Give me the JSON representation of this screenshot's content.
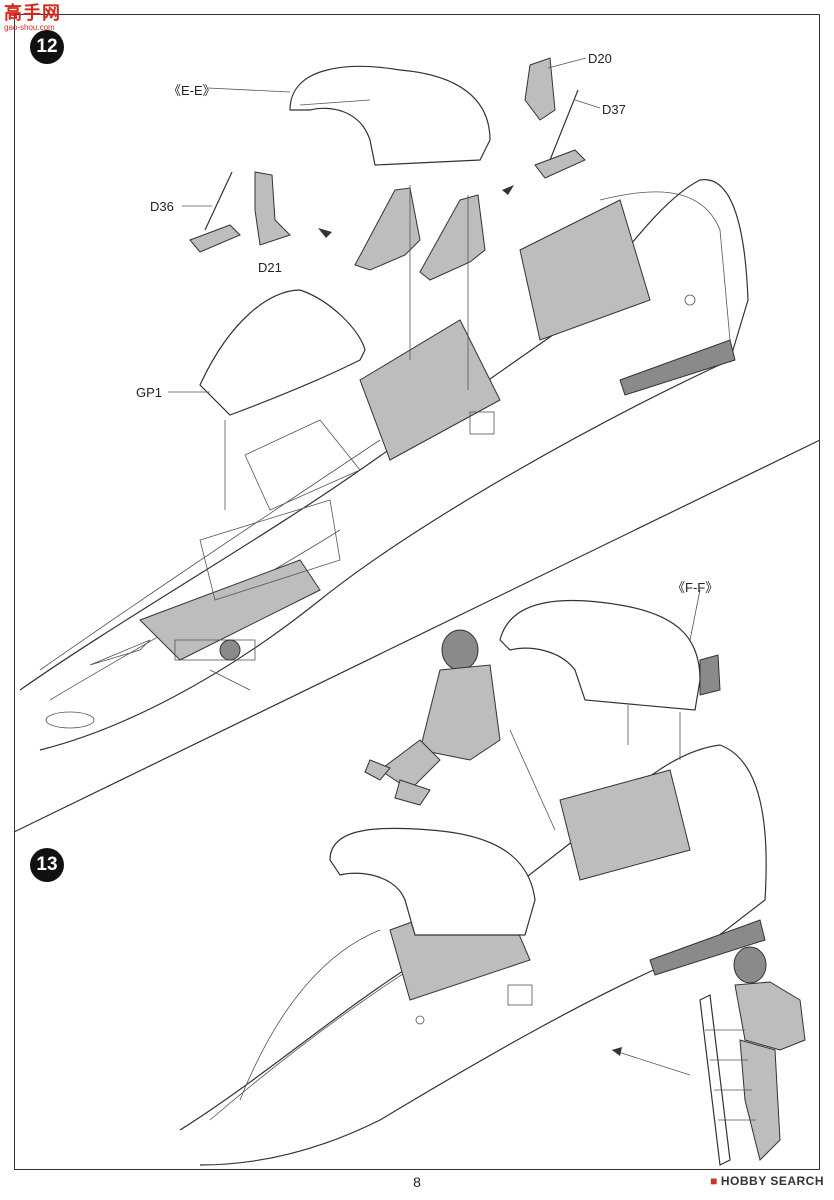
{
  "watermark": {
    "brand": "高手网",
    "url": "gao-shou.com"
  },
  "steps": [
    {
      "number": "12",
      "labels": {
        "canopy_ref": "《E-E》",
        "d20": "D20",
        "d37": "D37",
        "d36": "D36",
        "d21": "D21",
        "gp1": "GP1"
      }
    },
    {
      "number": "13",
      "labels": {
        "canopy_ref": "《F-F》"
      }
    }
  ],
  "footer": {
    "page_number": "8",
    "logo_text": "HOBBY SEARCH"
  },
  "colors": {
    "accent": "#d42a1e",
    "ink": "#333333",
    "badge": "#111111"
  }
}
